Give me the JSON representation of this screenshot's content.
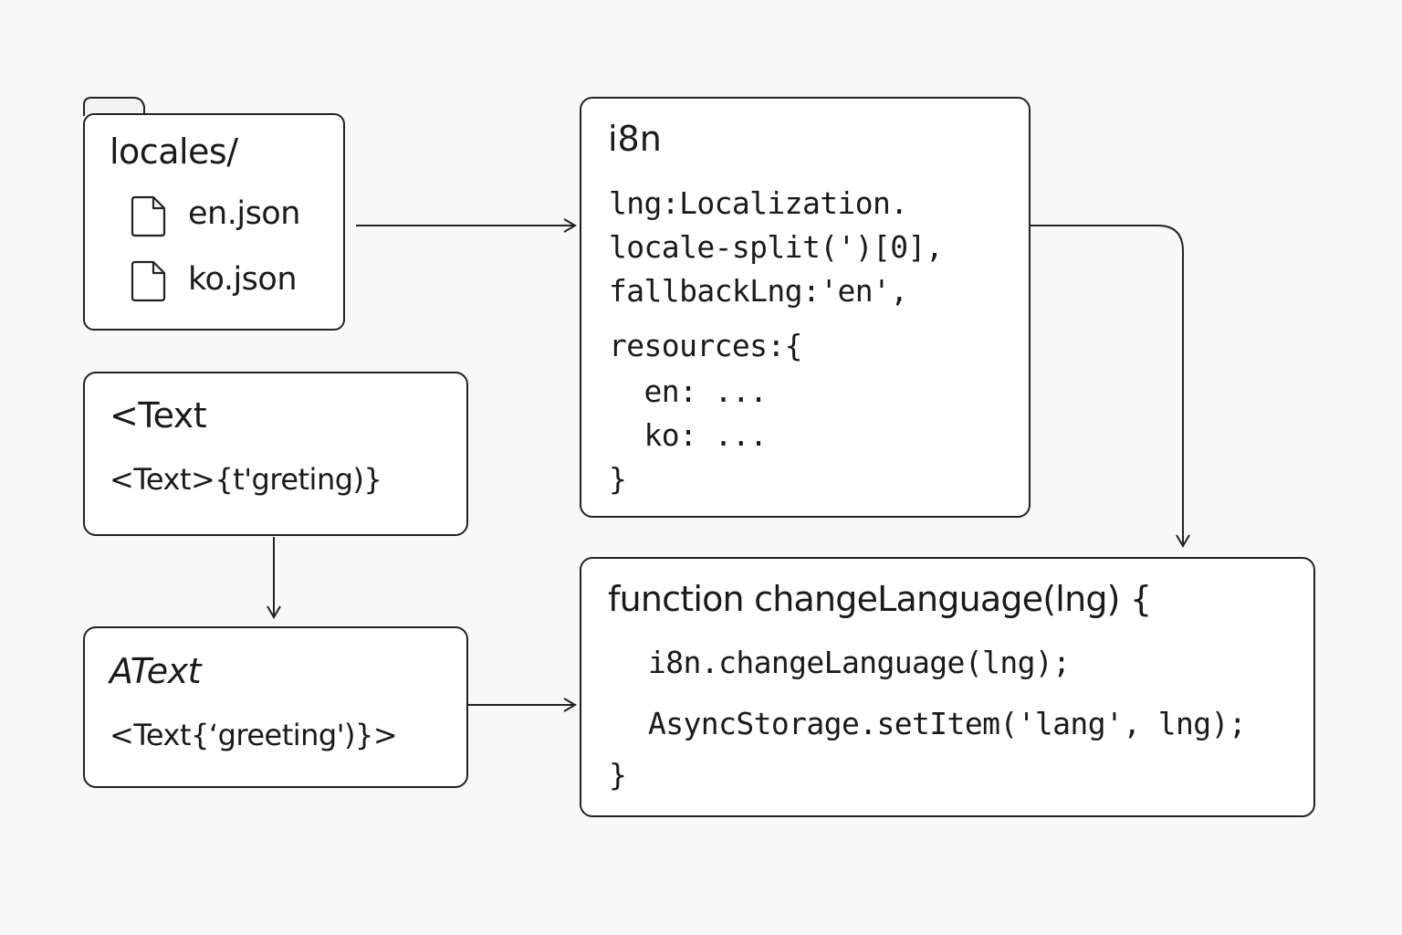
{
  "locales": {
    "folder_label": "locales/",
    "files": [
      "en.json",
      "ko.json"
    ],
    "file_icon": "file-icon"
  },
  "text_box": {
    "title": "<Text",
    "code": "<Text>{t'greting)}"
  },
  "atext_box": {
    "title": "AText",
    "code": "<Text{‘greeting')}>"
  },
  "i18n_box": {
    "title": "i8n",
    "lines": [
      "lng:Localization.",
      "locale-split(')[0],",
      "fallbackLng:'en',",
      "resources:{",
      "  en: ...",
      "  ko: ...",
      "}"
    ]
  },
  "change_box": {
    "title": "function changeLanguage(lng) {",
    "lines": [
      "i8n.changeLanguage(lng);",
      "AsyncStorage.setItem('lang', lng);",
      "}"
    ]
  }
}
